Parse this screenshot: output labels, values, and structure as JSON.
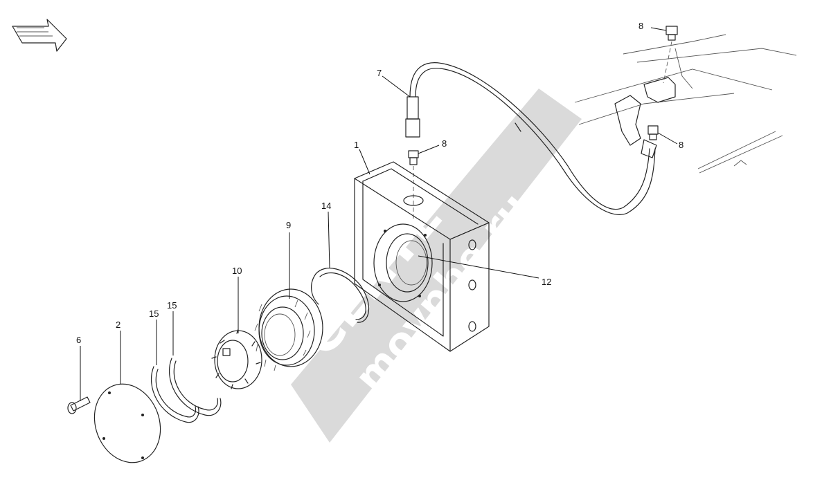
{
  "diagram": {
    "callouts": {
      "c1": "1",
      "c2": "2",
      "c6": "6",
      "c7": "7",
      "c8a": "8",
      "c8b": "8",
      "c8c": "8",
      "c9": "9",
      "c10": "10",
      "c12": "12",
      "c14": "14",
      "c15a": "15",
      "c15b": "15"
    },
    "watermark": {
      "line1": "CENTE",
      "line2": "movphe.ru"
    },
    "colors": {
      "line": "#222222",
      "watermark": "#d4d4d4"
    }
  }
}
